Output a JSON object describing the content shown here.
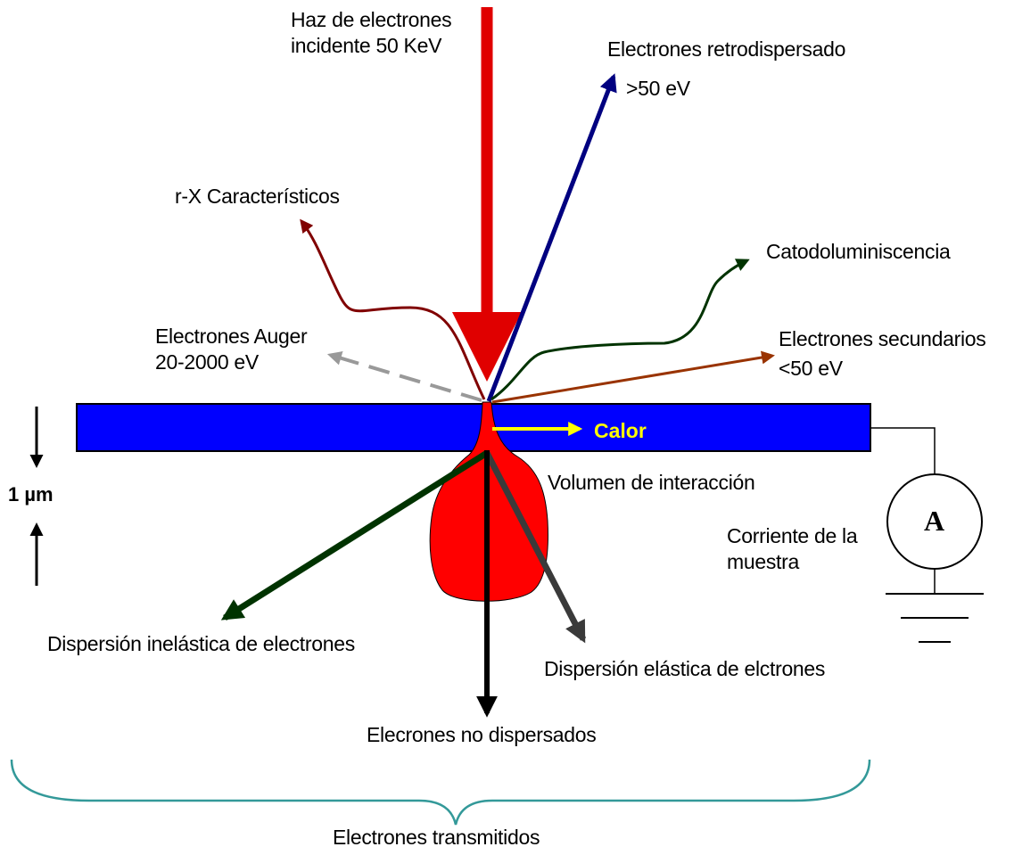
{
  "labels": {
    "incident_beam": "Haz de electrones\nincidente  50 KeV",
    "backscattered": "Electrones retrodispersado",
    "backscattered_energy": ">50 eV",
    "xray": "r-X Característicos",
    "cathodoluminescence": "Catodoluminiscencia",
    "auger": "Electrones Auger\n20-2000 eV",
    "secondary": "Electrones secundarios",
    "secondary_energy": "<50 eV",
    "heat": "Calor",
    "interaction_volume": "Volumen de interacción",
    "sample_current": "Corriente de la\nmuestra",
    "ammeter": "A",
    "thickness": "1 µm",
    "inelastic": "Dispersión inelástica de electrones",
    "elastic": "Dispersión elástica de elctrones",
    "unscattered": "Elecrones no dispersados",
    "transmitted": "Electrones transmitidos"
  },
  "colors": {
    "specimen": "#0000ff",
    "beam": "#e00000",
    "interaction_volume": "#ff0000",
    "backscattered": "#000080",
    "xray": "#800000",
    "cathodoluminescence": "#003300",
    "secondary": "#993300",
    "auger": "#999999",
    "heat": "#ffff00",
    "inelastic": "#003300",
    "elastic": "#3a3a3a",
    "unscattered": "#000000",
    "brace": "#339999"
  }
}
